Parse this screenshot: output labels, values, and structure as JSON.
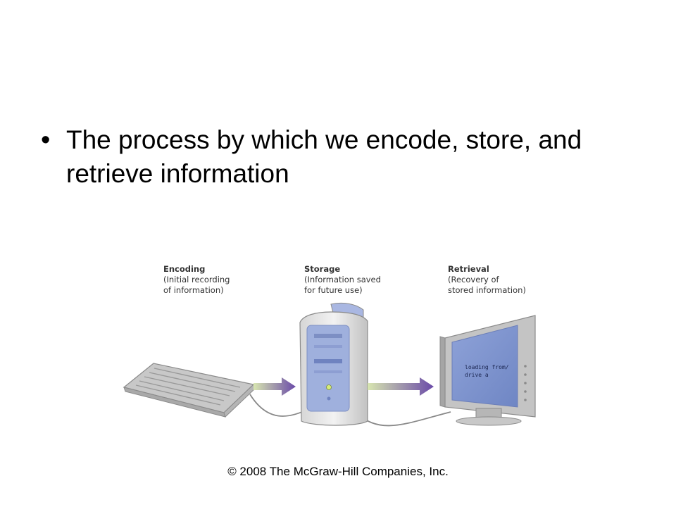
{
  "slide": {
    "bullet_symbol": "•",
    "bullet_text": "The process by which we encode, store, and retrieve information",
    "footer": "© 2008 The McGraw-Hill Companies, Inc."
  },
  "diagram": {
    "stages": [
      {
        "title": "Encoding",
        "description": [
          "(Initial recording",
          "of information)"
        ]
      },
      {
        "title": "Storage",
        "description": [
          "(Information saved",
          "for future use)"
        ]
      },
      {
        "title": "Retrieval",
        "description": [
          "(Recovery of",
          "stored information)"
        ]
      }
    ],
    "screen_text": [
      "loading from/",
      "drive a"
    ],
    "colors": {
      "arrow_start": "#d8e6b0",
      "arrow_end": "#6a4aa8",
      "device_body": "#c9c9c9",
      "screen": "#7f96cf",
      "tower_panel": "#9fb0dd"
    },
    "icons": [
      "keyboard-icon",
      "computer-tower-icon",
      "monitor-icon"
    ]
  }
}
